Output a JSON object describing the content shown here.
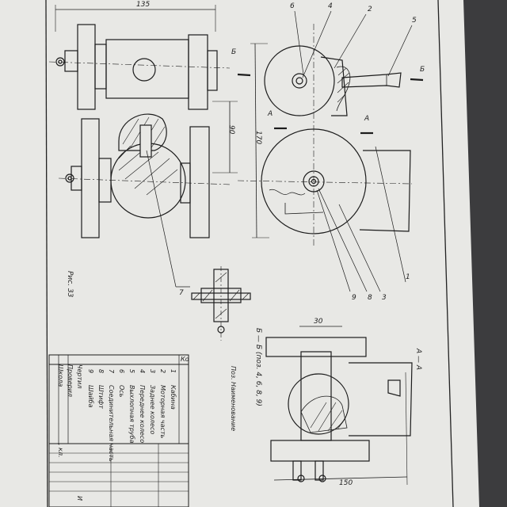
{
  "drawing": {
    "dim_top_width": "135",
    "dim_vertical_90": "90",
    "dim_vertical_170": "170",
    "dim_30": "30",
    "dim_150": "150",
    "section_b_left": "Б",
    "section_b_right": "Б",
    "section_a_left": "А",
    "section_a_right": "А",
    "callouts": {
      "c1": "1",
      "c2": "2",
      "c3": "3",
      "c4": "4",
      "c5": "5",
      "c6": "6",
      "c7": "7",
      "c8": "8",
      "c9": "9"
    },
    "figure_caption": "Рис. 33",
    "section_bb_caption": "Б — Б (поз. 4, 6, 8, 9)",
    "view_aa_caption": "А — А"
  },
  "parts_table": {
    "headers": {
      "pos": "Поз.",
      "name": "Наименование",
      "qty": "Ко"
    },
    "rows": [
      {
        "pos": "1",
        "name": "Кабина"
      },
      {
        "pos": "2",
        "name": "Моторная часть"
      },
      {
        "pos": "3",
        "name": "Заднее колесо"
      },
      {
        "pos": "4",
        "name": "Переднее колесо"
      },
      {
        "pos": "5",
        "name": "Выхлопная труба"
      },
      {
        "pos": "6",
        "name": "Ось"
      },
      {
        "pos": "7",
        "name": "Соединительная часть"
      },
      {
        "pos": "8",
        "name": "Штифт"
      },
      {
        "pos": "9",
        "name": "Шайба"
      }
    ],
    "title_block": {
      "drawing": "Чертил",
      "checked": "Проверил",
      "school": "Школа",
      "class": ", кл.",
      "last": "И"
    }
  },
  "colors": {
    "paper": "#e9e9e6",
    "line": "#1c1c1c",
    "background": "#3c3c3e"
  }
}
